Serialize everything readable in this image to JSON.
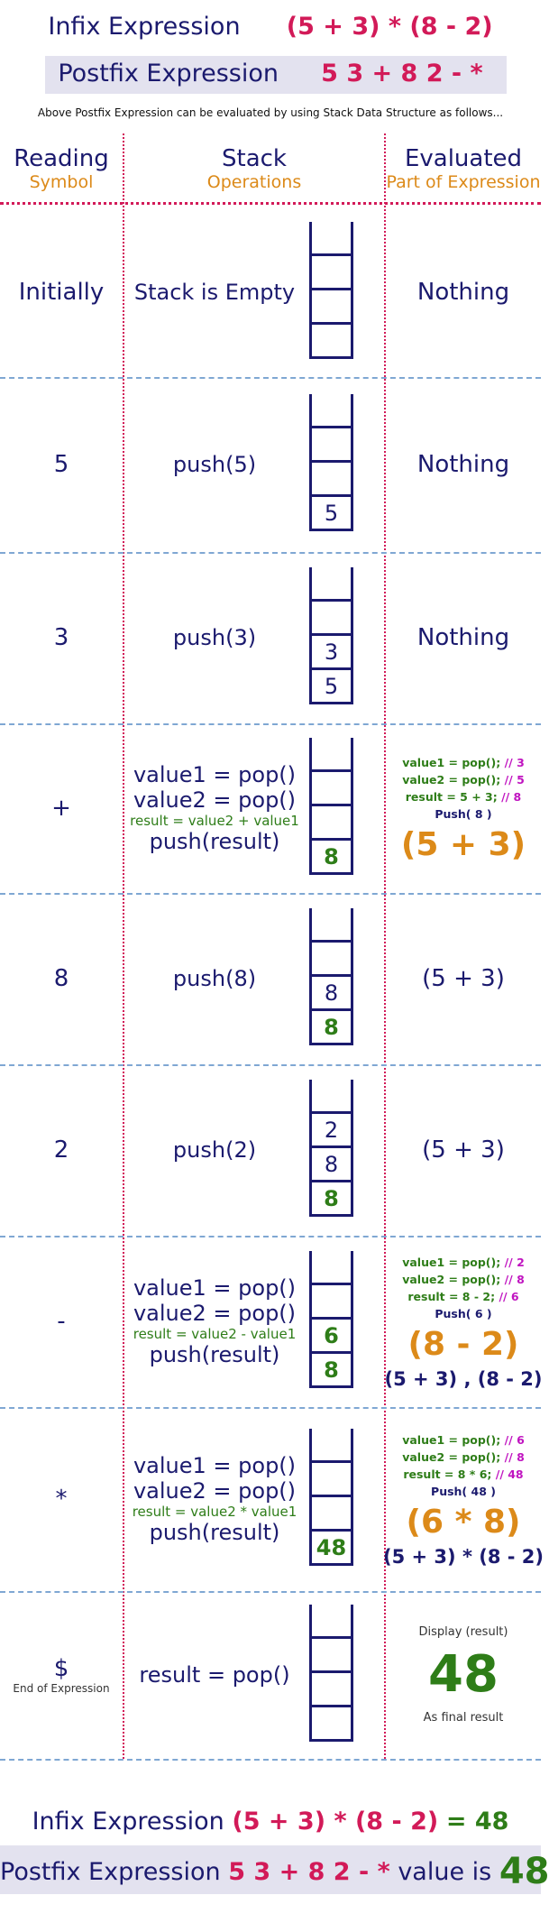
{
  "header": {
    "infix_label": "Infix Expression",
    "infix_value": "(5 + 3)  *  (8 - 2)",
    "postfix_label": "Postfix Expression",
    "postfix_value": "5  3  +  8  2  -  *",
    "caption": "Above Postfix Expression can be evaluated by using Stack Data Structure as follows..."
  },
  "columns": [
    {
      "title": "Reading",
      "subtitle": "Symbol"
    },
    {
      "title": "Stack",
      "subtitle": "Operations"
    },
    {
      "title": "Evaluated",
      "subtitle": "Part of Expression"
    }
  ],
  "rows": [
    {
      "symbol": "Initially",
      "ops": [
        "Stack is Empty"
      ],
      "stack": [
        "",
        "",
        "",
        ""
      ],
      "eval_text": "Nothing"
    },
    {
      "symbol": "5",
      "ops": [
        "push(5)"
      ],
      "stack": [
        "",
        "",
        "",
        "5"
      ],
      "eval_text": "Nothing"
    },
    {
      "symbol": "3",
      "ops": [
        "push(3)"
      ],
      "stack": [
        "",
        "",
        "3",
        "5"
      ],
      "eval_text": "Nothing"
    },
    {
      "symbol": "+",
      "ops": [
        "value1 = pop()",
        "value2 = pop()",
        "result = value2 + value1",
        "push(result)"
      ],
      "stack": [
        "",
        "",
        "",
        "8"
      ],
      "eval_code": [
        [
          "value1 = pop(); ",
          "// 3"
        ],
        [
          "value2 = pop(); ",
          "// 5"
        ],
        [
          "result = 5 + 3; ",
          "// 8"
        ],
        [
          "Push( 8 )",
          ""
        ]
      ],
      "eval_big": "(5 + 3)",
      "eval_after": ""
    },
    {
      "symbol": "8",
      "ops": [
        "push(8)"
      ],
      "stack": [
        "",
        "",
        "8",
        "8"
      ],
      "eval_text": "(5 + 3)"
    },
    {
      "symbol": "2",
      "ops": [
        "push(2)"
      ],
      "stack": [
        "",
        "2",
        "8",
        "8"
      ],
      "eval_text": "(5 + 3)"
    },
    {
      "symbol": "-",
      "ops": [
        "value1 = pop()",
        "value2 = pop()",
        "result = value2 - value1",
        "push(result)"
      ],
      "stack": [
        "",
        "",
        "6",
        "8"
      ],
      "eval_code": [
        [
          "value1 = pop(); ",
          "// 2"
        ],
        [
          "value2 = pop(); ",
          "// 8"
        ],
        [
          "result = 8 - 2; ",
          "// 6"
        ],
        [
          "Push( 6 )",
          ""
        ]
      ],
      "eval_big": "(8 - 2)",
      "eval_after": "(5 + 3) , (8 - 2)"
    },
    {
      "symbol": "*",
      "ops": [
        "value1 = pop()",
        "value2 = pop()",
        "result = value2 * value1",
        "push(result)"
      ],
      "stack": [
        "",
        "",
        "",
        "48"
      ],
      "eval_code": [
        [
          "value1 = pop(); ",
          "// 6"
        ],
        [
          "value2 = pop(); ",
          "// 8"
        ],
        [
          "result = 8 * 6; ",
          "// 48"
        ],
        [
          "Push( 48 )",
          ""
        ]
      ],
      "eval_big": "(6 * 8)",
      "eval_after": "(5 + 3) * (8 - 2)"
    },
    {
      "symbol": "$",
      "symbol_note": "End of Expression",
      "ops": [
        "result = pop()"
      ],
      "stack": [
        "",
        "",
        "",
        ""
      ],
      "eval_display": "Display  (result)",
      "eval_result": "48",
      "eval_final": "As final result"
    }
  ],
  "footer": {
    "infix_label": "Infix Expression",
    "infix_value": "(5 + 3)  *  (8 - 2)",
    "infix_eq": "= 48",
    "postfix_label": "Postfix Expression",
    "postfix_value": "5 3 + 8 2 - *",
    "postfix_mid": "value is",
    "postfix_result": "48"
  },
  "colors": {
    "navy": "#1b1a6e",
    "crimson": "#d21a58",
    "orange": "#dc8a19",
    "green": "#2e7d18",
    "magenta": "#c014c0"
  }
}
